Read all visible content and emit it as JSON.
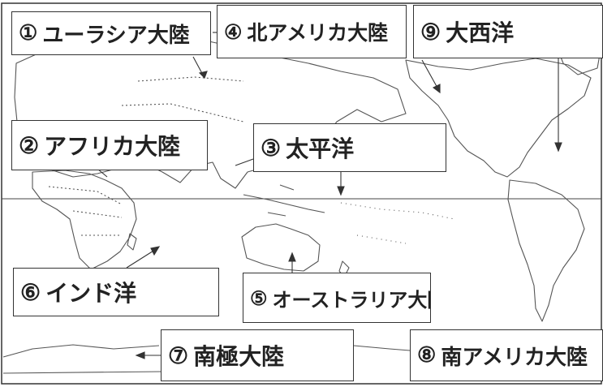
{
  "labels": [
    {
      "id": "1",
      "number": "①",
      "text": "ユーラシア大陸"
    },
    {
      "id": "4",
      "number": "④",
      "text": "北アメリカ大陸"
    },
    {
      "id": "9",
      "number": "⑨",
      "text": "大西洋"
    },
    {
      "id": "2",
      "number": "②",
      "text": "アフリカ大陸"
    },
    {
      "id": "3",
      "number": "③",
      "text": "太平洋"
    },
    {
      "id": "6",
      "number": "⑥",
      "text": "インド洋"
    },
    {
      "id": "5",
      "number": "⑤",
      "text": "オーストラリア大陸"
    },
    {
      "id": "7",
      "number": "⑦",
      "text": "南極大陸"
    },
    {
      "id": "8",
      "number": "⑧",
      "text": "南アメリカ大陸"
    }
  ],
  "colors": {
    "ink": "#222222",
    "coast": "#555555",
    "paper": "#ffffff"
  }
}
